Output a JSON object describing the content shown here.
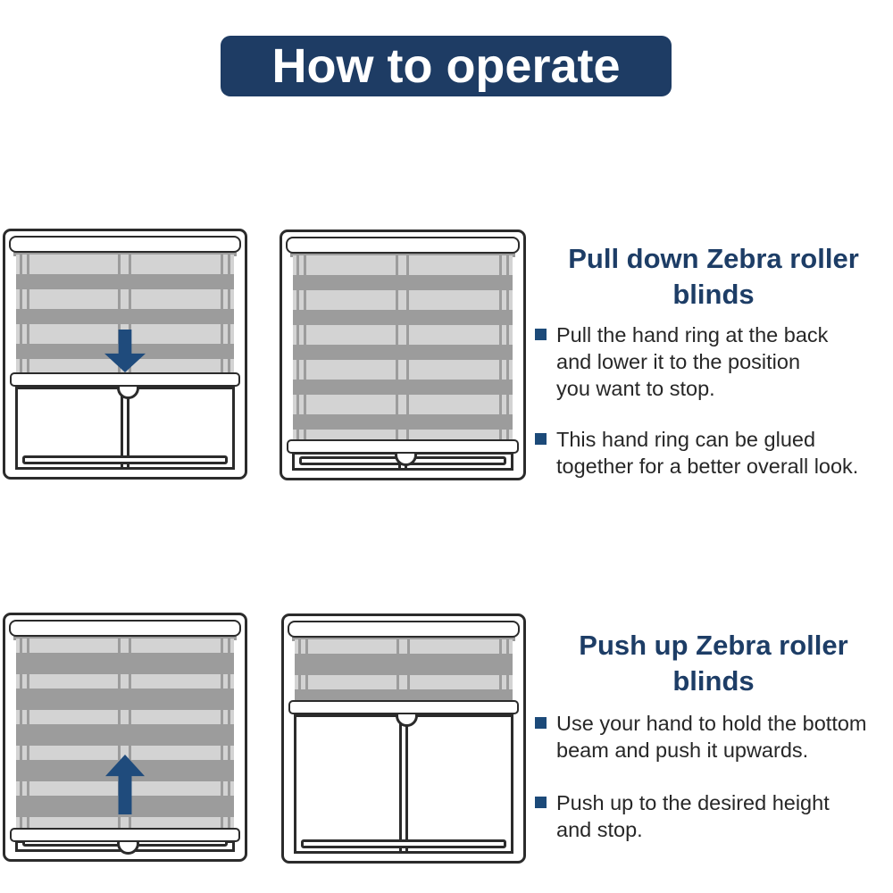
{
  "title": "How to operate",
  "sections": [
    {
      "heading": "Pull down Zebra roller\nblinds",
      "bullets": [
        "Pull the hand ring at the back\nand lower it to the position\nyou want to stop.",
        "This hand ring can be glued\ntogether for a better overall look."
      ]
    },
    {
      "heading": "Push up Zebra  roller\nblinds",
      "bullets": [
        "Use your hand to hold the bottom\nbeam and push it upwards.",
        "Push up to the desired height\nand stop."
      ]
    }
  ],
  "illustrations": [
    {
      "name": "window-blind-partially-lowered",
      "arrow_icon": "arrow-down-icon"
    },
    {
      "name": "window-blind-fully-lowered",
      "arrow_icon": ""
    },
    {
      "name": "window-blind-fully-lowered-closed",
      "arrow_icon": "arrow-up-icon"
    },
    {
      "name": "window-blind-raised",
      "arrow_icon": ""
    }
  ],
  "colors": {
    "banner_bg": "#1e3c64",
    "heading_text": "#1d3d66",
    "body_text": "#272727",
    "bullet_marker": "#1c4a79",
    "arrow": "#1f4b7c",
    "blind_stripe_light": "#d3d3d3",
    "blind_stripe_dark": "#9c9c9c",
    "line_outline": "#2b2b2b"
  }
}
